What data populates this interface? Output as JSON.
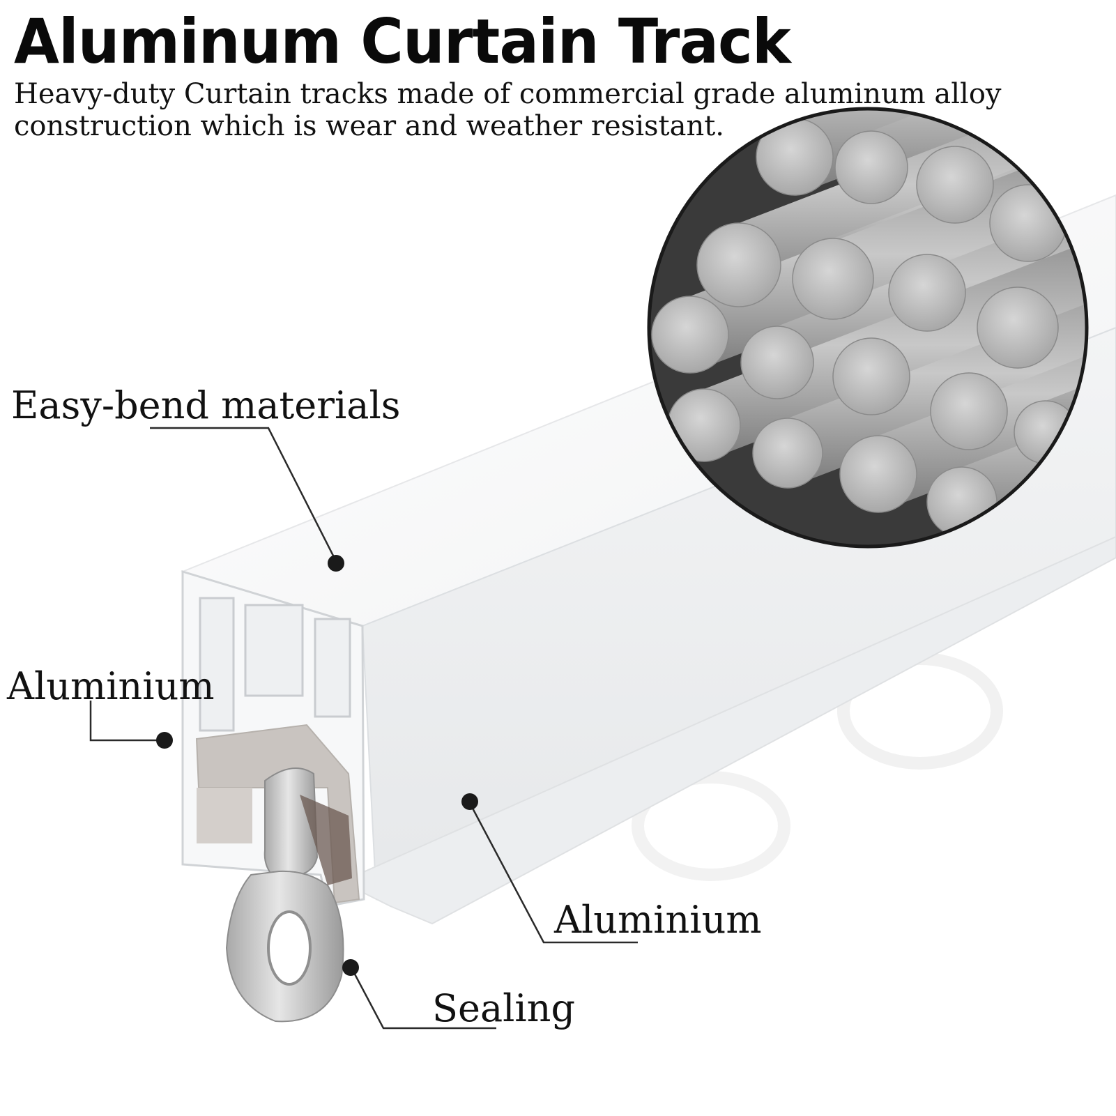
{
  "header": {
    "title": "Aluminum Curtain Track",
    "subtitle": "Heavy-duty Curtain tracks made of commercial grade aluminum alloy\nconstruction which is wear and weather resistant."
  },
  "callouts": {
    "easy_bend": "Easy-bend materials",
    "aluminium_left": "Aluminium",
    "aluminium_right": "Aluminium",
    "sealing": "Sealing"
  },
  "colors": {
    "background": "#ffffff",
    "text": "#111111",
    "track_white": "#f4f5f6",
    "rod_gray": "#b8b8b8",
    "glider_metal": "#c9c9c9"
  }
}
